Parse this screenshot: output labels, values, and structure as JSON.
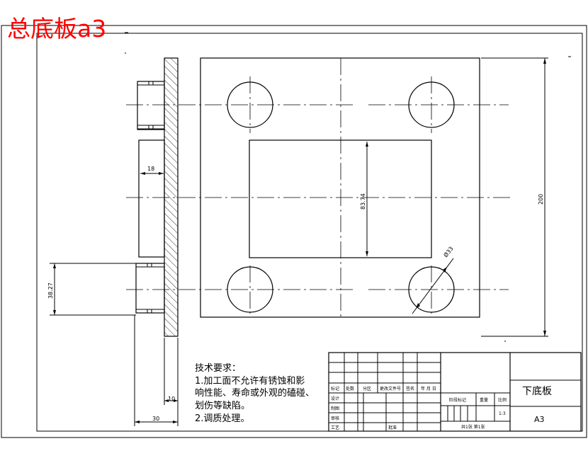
{
  "header": {
    "title": "总底板a3",
    "title_color": "#ff0000"
  },
  "dimensions": {
    "d_18": "18",
    "d_83": "83.74",
    "d_200": "200",
    "d_phi33": "Ø33",
    "d_38": "38.27",
    "d_10": "10",
    "d_30": "30"
  },
  "tech_notes": {
    "heading": "技术要求：",
    "line1": "1.加工面不允许有锈蚀和影",
    "line2": "响性能、寿命或外观的磕碰、",
    "line3": "划伤等缺陷。",
    "line4": "2.调质处理。"
  },
  "title_block": {
    "part_name": "下底板",
    "sheet_size": "A3",
    "mark": "标记",
    "count": "处数",
    "zone": "分区",
    "doc_no": "更改文件号",
    "signature": "签名",
    "date": "年 月 日",
    "design": "设计",
    "drafting": "制图",
    "review": "审核",
    "process": "工艺",
    "approve": "批准",
    "stage_mark": "阶段标记",
    "weight": "重量",
    "scale_label": "比例",
    "scale_value": "1:3",
    "sheets": "共1张  第1张"
  }
}
